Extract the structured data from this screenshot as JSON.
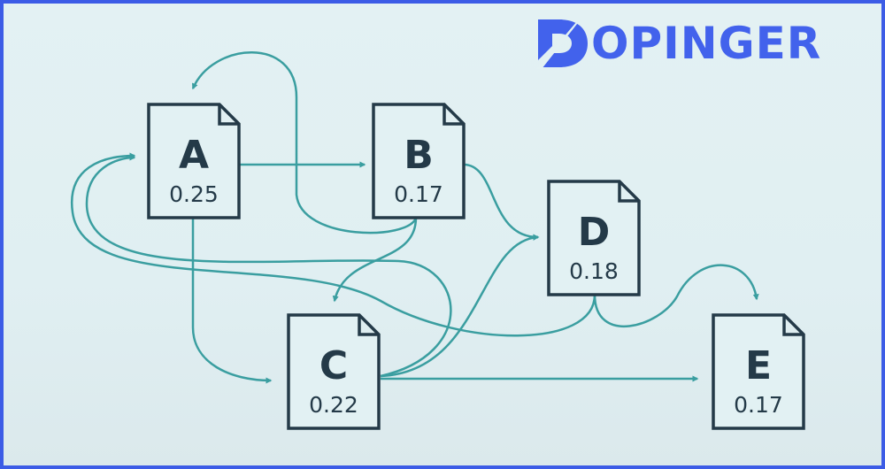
{
  "logo": {
    "text": "DOPINGER",
    "color": "#4262ec"
  },
  "colors": {
    "edge": "#3a9ea0",
    "node_border": "#243a48",
    "frame": "#3c5ce6"
  },
  "nodes": [
    {
      "id": "A",
      "label": "A",
      "value": "0.25"
    },
    {
      "id": "B",
      "label": "B",
      "value": "0.17"
    },
    {
      "id": "C",
      "label": "C",
      "value": "0.22"
    },
    {
      "id": "D",
      "label": "D",
      "value": "0.18"
    },
    {
      "id": "E",
      "label": "E",
      "value": "0.17"
    }
  ],
  "edges": [
    {
      "from": "A",
      "to": "B"
    },
    {
      "from": "B",
      "to": "A"
    },
    {
      "from": "A",
      "to": "C"
    },
    {
      "from": "B",
      "to": "D"
    },
    {
      "from": "B",
      "to": "C"
    },
    {
      "from": "C",
      "to": "D"
    },
    {
      "from": "C",
      "to": "E"
    },
    {
      "from": "D",
      "to": "E"
    },
    {
      "from": "D",
      "to": "A"
    },
    {
      "from": "C",
      "to": "A"
    }
  ]
}
